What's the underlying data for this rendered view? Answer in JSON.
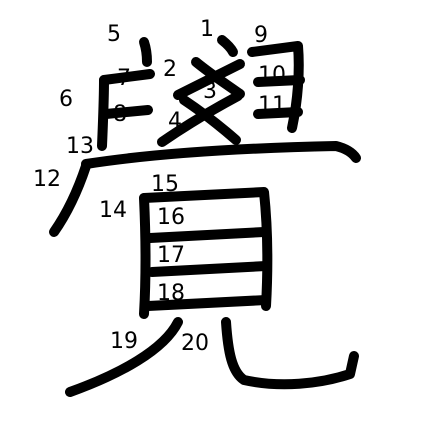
{
  "character": {
    "stroke_numbers": [
      "1",
      "2",
      "3",
      "4",
      "5",
      "6",
      "7",
      "8",
      "9",
      "10",
      "11",
      "12",
      "13",
      "14",
      "15",
      "16",
      "17",
      "18",
      "19",
      "20"
    ],
    "stroke_color": "#000000",
    "background_color": "#ffffff"
  }
}
